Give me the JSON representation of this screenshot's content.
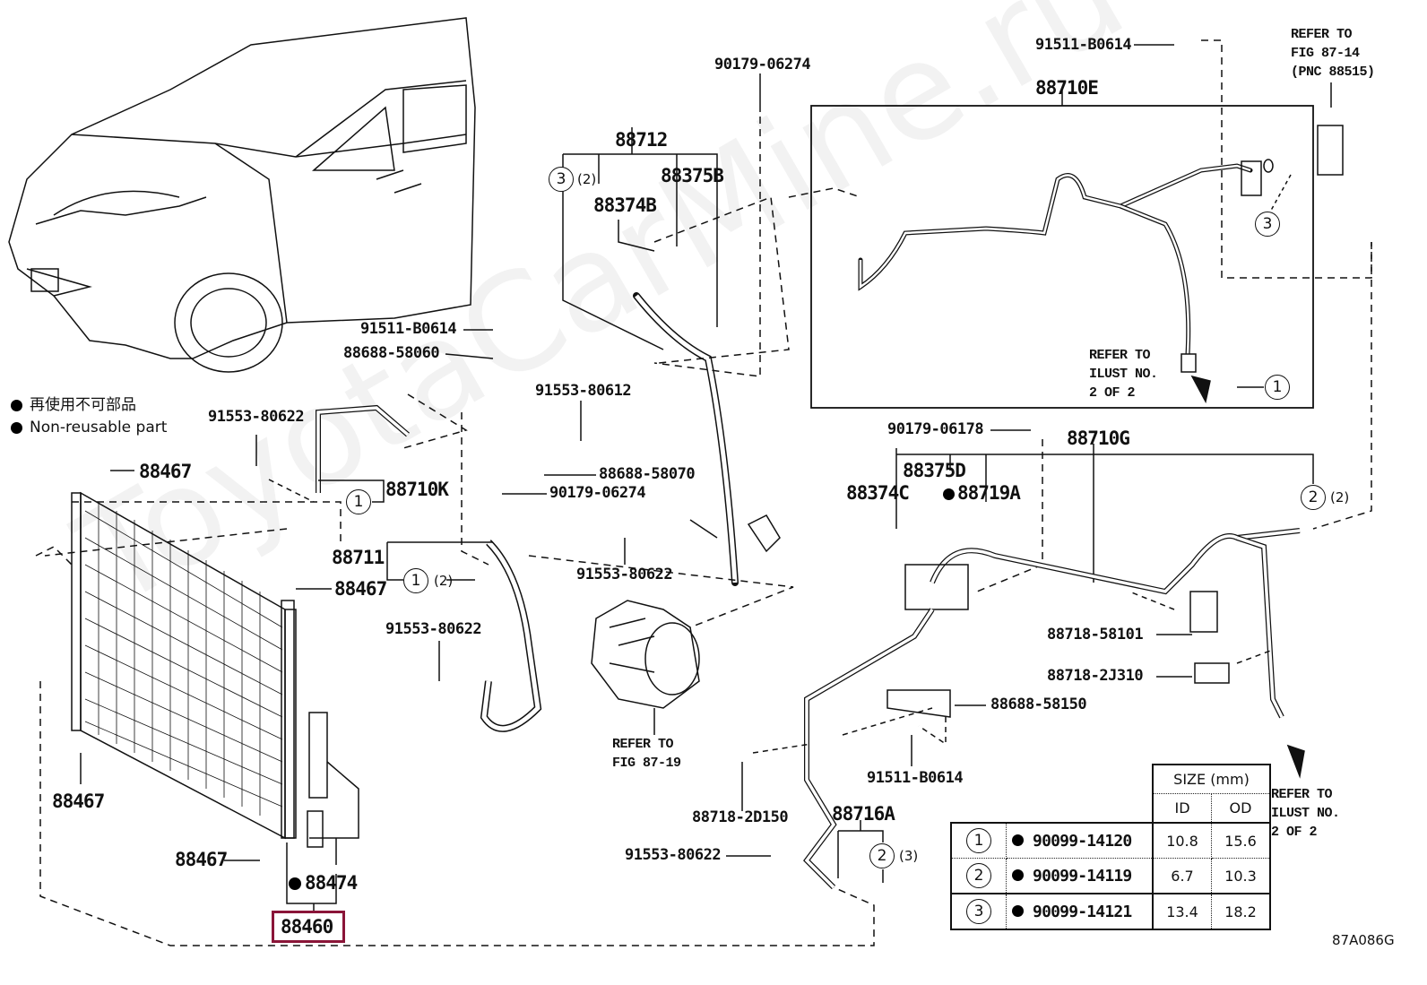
{
  "diagram": {
    "type": "parts-diagram",
    "subject": "Air conditioner condenser and piping",
    "document_id": "87A086G",
    "watermark": "ToyotaCarMine.ru",
    "highlighted_part": "88460"
  },
  "legend": {
    "jp": "再使用不可部品",
    "en": "Non-reusable part"
  },
  "labels": {
    "p91511_top": "91511-B0614",
    "p88710E": "88710E",
    "refer_fig_87_14": "REFER TO\nFIG 87-14\n(PNC 88515)",
    "p90179_06274_top": "90179-06274",
    "p88712": "88712",
    "p88375B": "88375B",
    "p88374B": "88374B",
    "p91511_mid": "91511-B0614",
    "p88688_58060": "88688-58060",
    "refer_ilust_1": "REFER TO\nILUST NO.\n2 OF 2",
    "p91553_80612": "91553-80612",
    "p91553_80622_a": "91553-80622",
    "p88710K": "88710K",
    "p88688_58070": "88688-58070",
    "p90179_06274_mid": "90179-06274",
    "p90179_06178": "90179-06178",
    "p88710G": "88710G",
    "p88375D": "88375D",
    "p88374C": "88374C",
    "p88719A": "88719A",
    "p88467_a": "88467",
    "p88711": "88711",
    "p88467_b": "88467",
    "p91553_80622_b": "91553-80622",
    "p91553_80622_c": "91553-80622",
    "p88718_58101": "88718-58101",
    "p88718_2J310": "88718-2J310",
    "p88688_58150": "88688-58150",
    "refer_fig_87_19": "REFER TO\nFIG 87-19",
    "p91511_low": "91511-B0614",
    "p88467_c": "88467",
    "p88718_2D150": "88718-2D150",
    "p88716A": "88716A",
    "refer_ilust_2": "REFER TO\nILUST NO.\n2 OF 2",
    "p88467_d": "88467",
    "p91553_80622_d": "91553-80622",
    "p88474": "88474",
    "p88460": "88460"
  },
  "callouts": {
    "c3_88712": {
      "num": "3",
      "qty": "(2)"
    },
    "c3_88710E": {
      "num": "3"
    },
    "c1_88710E": {
      "num": "1"
    },
    "c1_88710K": {
      "num": "1"
    },
    "c1_88711": {
      "num": "1",
      "qty": "(2)"
    },
    "c2_88710G": {
      "num": "2",
      "qty": "(2)"
    },
    "c2_88716A": {
      "num": "2",
      "qty": "(3)"
    }
  },
  "size_table": {
    "header": "SIZE (mm)",
    "col_id": "ID",
    "col_od": "OD",
    "rows": [
      {
        "ref": "1",
        "part": "90099-14120",
        "id": "10.8",
        "od": "15.6"
      },
      {
        "ref": "2",
        "part": "90099-14119",
        "id": "6.7",
        "od": "10.3"
      },
      {
        "ref": "3",
        "part": "90099-14121",
        "id": "13.4",
        "od": "18.2"
      }
    ]
  }
}
